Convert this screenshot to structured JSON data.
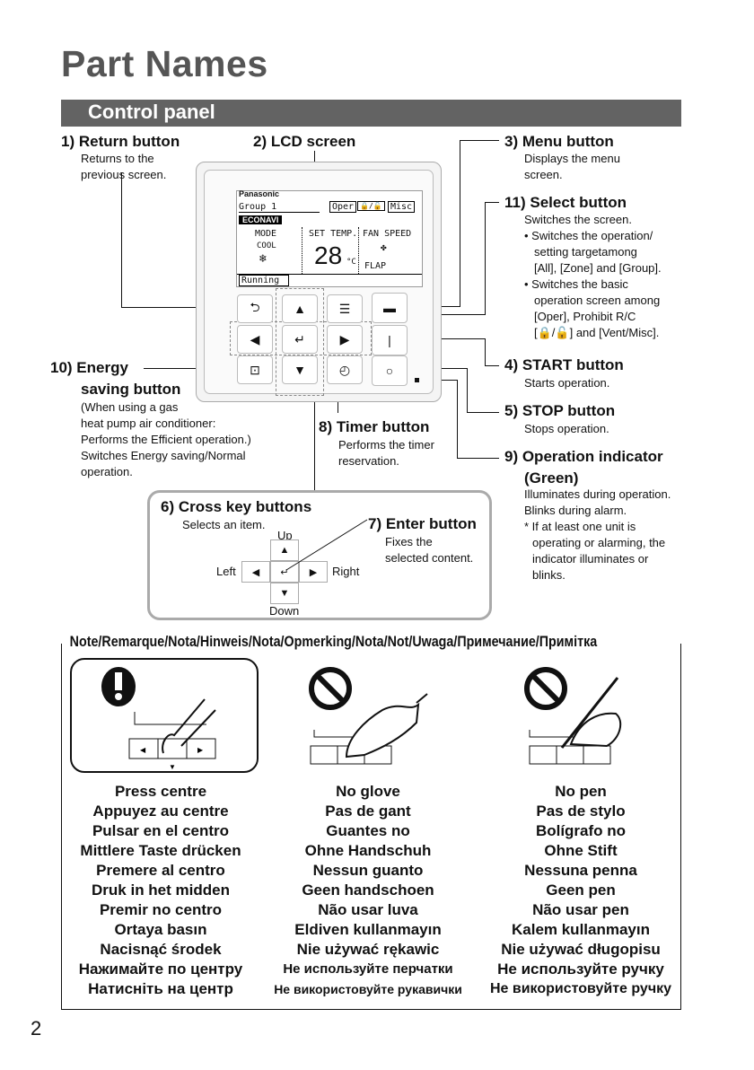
{
  "title": "Part Names",
  "section": "Control panel",
  "labels": {
    "return_btn": "1) Return button",
    "return_desc": [
      "Returns to the",
      "previous screen."
    ],
    "lcd": "2) LCD screen",
    "menu": "3) Menu button",
    "menu_desc": [
      "Displays the menu",
      "screen."
    ],
    "select": "11) Select button",
    "select_desc": [
      "Switches the screen.",
      "• Switches the operation/",
      "setting targetamong",
      "[All], [Zone] and [Group].",
      "• Switches the basic",
      "operation screen among",
      "[Oper], Prohibit R/C",
      "[🔒/🔓] and [Vent/Misc]."
    ],
    "start": "4) START button",
    "start_desc": "Starts operation.",
    "stop": "5) STOP button",
    "stop_desc": "Stops operation.",
    "indicator": "9) Operation indicator",
    "indicator2": "(Green)",
    "indicator_desc": [
      "Illuminates during operation.",
      "Blinks during alarm.",
      "* If at least one unit is",
      "operating or alarming, the",
      "indicator illuminates or",
      "blinks."
    ],
    "energy1": "10) Energy",
    "energy2": "saving button",
    "energy_desc": [
      "(When using a gas",
      "heat pump air conditioner:",
      "Performs the Efficient operation.)",
      "Switches Energy saving/Normal",
      "operation."
    ],
    "timer": "8) Timer button",
    "timer_desc": [
      "Performs the timer",
      "reservation."
    ],
    "cross": "6) Cross key buttons",
    "cross_desc": "Selects an item.",
    "up": "Up",
    "down": "Down",
    "left": "Left",
    "right": "Right",
    "enter": "7) Enter button",
    "enter_desc": [
      "Fixes the",
      "selected content."
    ]
  },
  "lcd": {
    "brand": "Panasonic",
    "group": "Group   1",
    "tab_oper": "Oper",
    "tab_lock": "🔒/🔓",
    "tab_misc": "Misc",
    "econavi": "ECONAVI",
    "mode": "MODE",
    "mode_val": "COOL",
    "set_temp": "SET TEMP.",
    "temp_val": "28",
    "temp_unit": "°C",
    "fan": "FAN SPEED",
    "flap": "FLAP",
    "running": "Running"
  },
  "note": {
    "title": "Note/Remarque/Nota/Hinweis/Nota/Opmerking/Nota/Not/Uwaga/Примечание/Примітка",
    "col1": [
      "Press centre",
      "Appuyez au centre",
      "Pulsar en el centro",
      "Mittlere Taste drücken",
      "Premere al centro",
      "Druk in het midden",
      "Premir no centro",
      "Ortaya basın",
      "Nacisnąć środek",
      "Нажимайте по центру",
      "Натисніть на центр"
    ],
    "col2": [
      "No glove",
      "Pas de gant",
      "Guantes no",
      "Ohne Handschuh",
      "Nessun guanto",
      "Geen handschoen",
      "Não usar luva",
      "Eldiven kullanmayın",
      "Nie używać rękawic",
      "Не используйте перчатки",
      "Не використовуйте рукавички"
    ],
    "col3": [
      "No pen",
      "Pas de stylo",
      "Bolígrafo no",
      "Ohne Stift",
      "Nessuna penna",
      "Geen pen",
      "Não usar pen",
      "Kalem kullanmayın",
      "Nie używać długopisu",
      "Не используйте ручку",
      "Не використовуйте ручку"
    ]
  },
  "page_number": "2"
}
